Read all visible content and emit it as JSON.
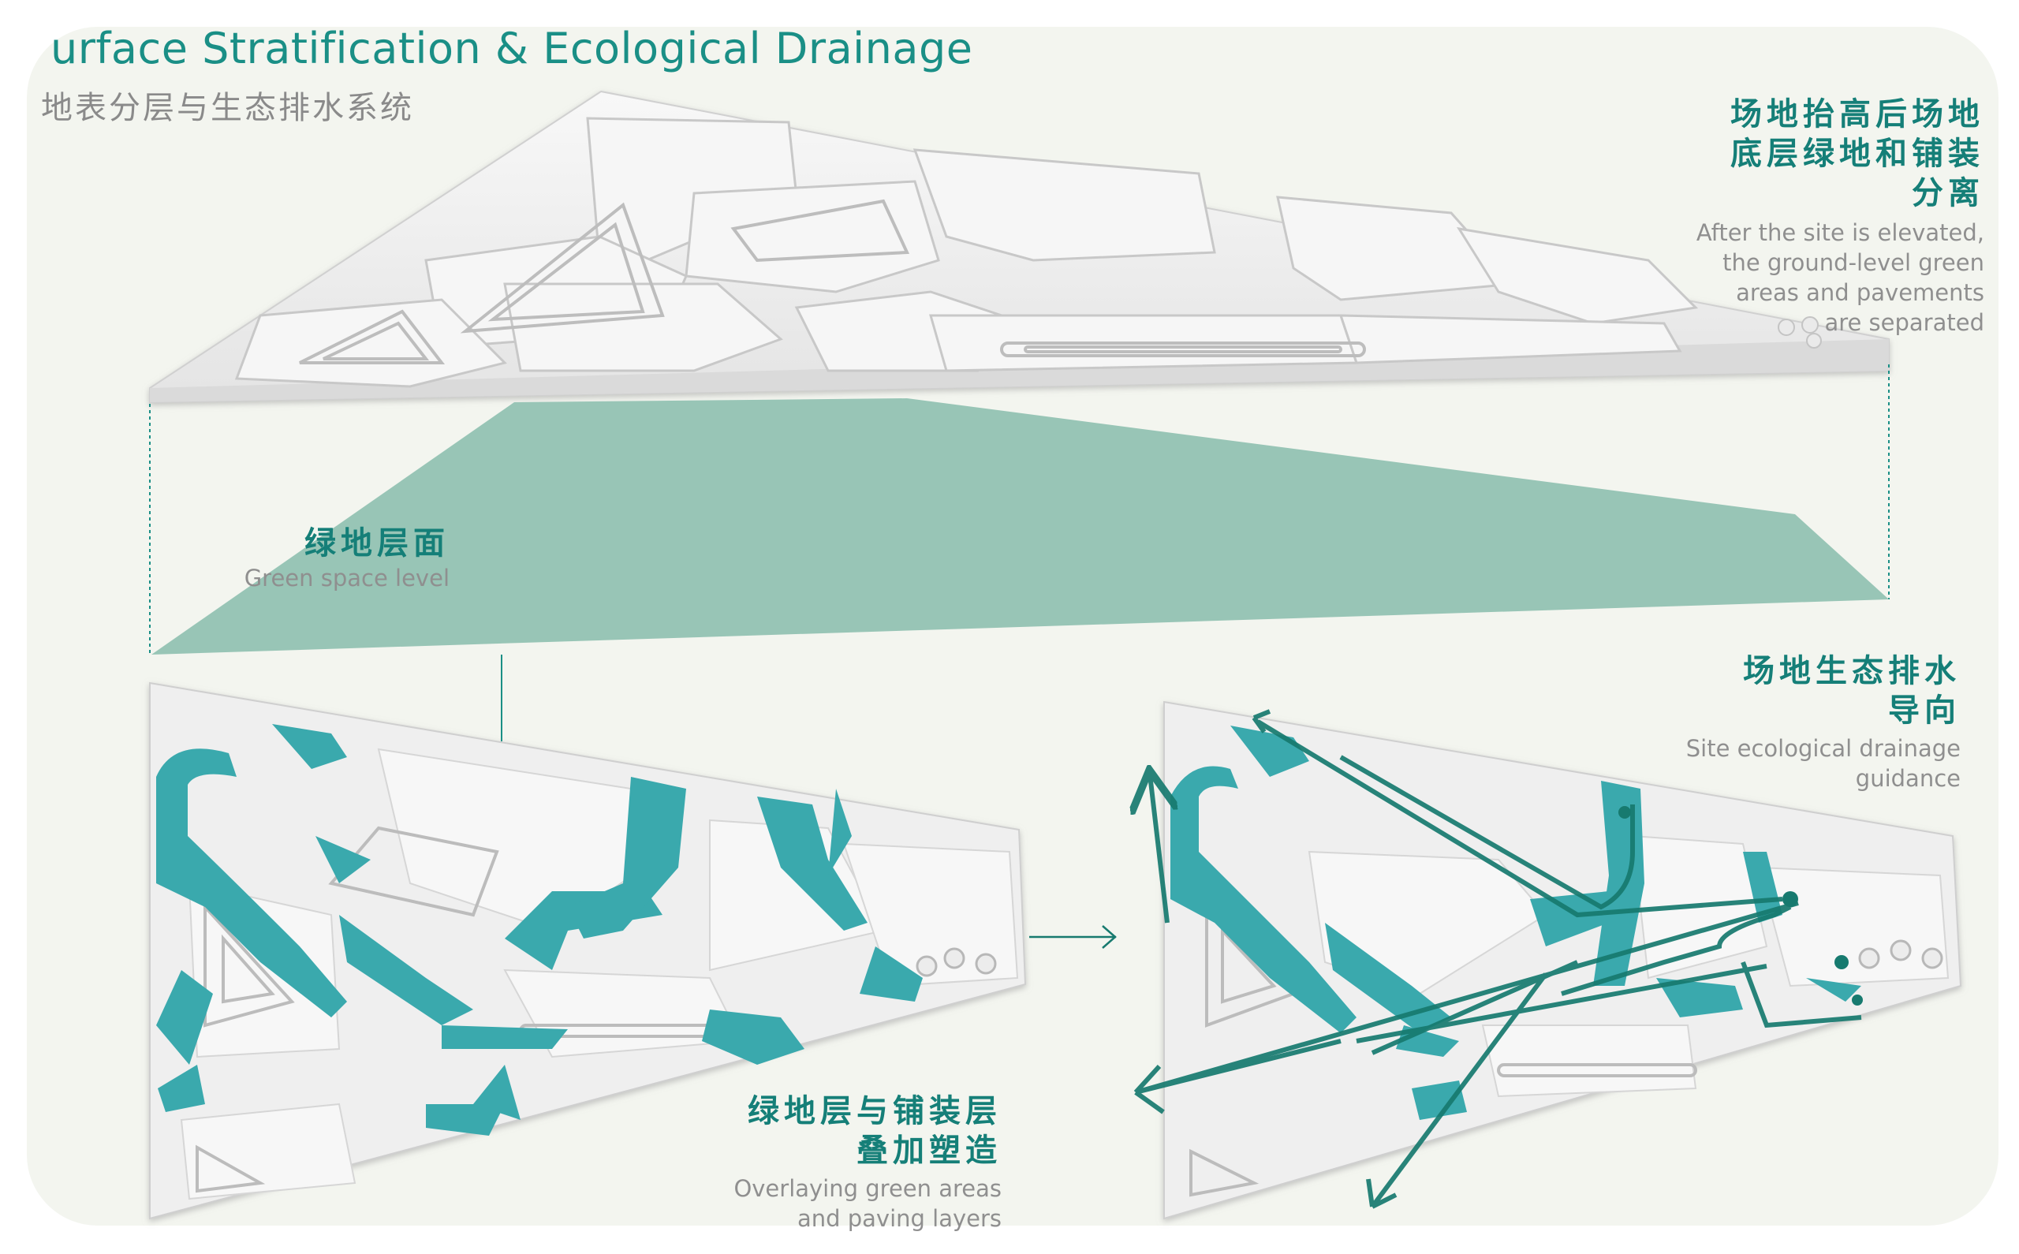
{
  "title": {
    "en": "urface Stratification & Ecological Drainage",
    "cn": "地表分层与生态排水系统"
  },
  "annotations": {
    "top_right": {
      "cn_lines": [
        "场地抬高后场地",
        "底层绿地和铺装",
        "分离"
      ],
      "en_lines": [
        "After the site is elevated,",
        "the ground-level green",
        "areas and pavements",
        "are separated"
      ]
    },
    "green_layer": {
      "cn": "绿地层面",
      "en": "Green space level"
    },
    "drainage": {
      "cn_lines": [
        "场地生态排水",
        "导向"
      ],
      "en_lines": [
        "Site ecological drainage",
        "guidance"
      ]
    },
    "overlay": {
      "cn_lines": [
        "绿地层与铺装层",
        "叠加塑造"
      ],
      "en_lines": [
        "Overlaying green areas",
        "and paving layers"
      ]
    }
  },
  "colors": {
    "page_bg": "#f3f5ef",
    "brand_teal": "#157f78",
    "green_plane": "#98c5b6",
    "green_fill": "#3aa9ad",
    "arrow_teal": "#177a6f",
    "slab": "#ececec"
  }
}
